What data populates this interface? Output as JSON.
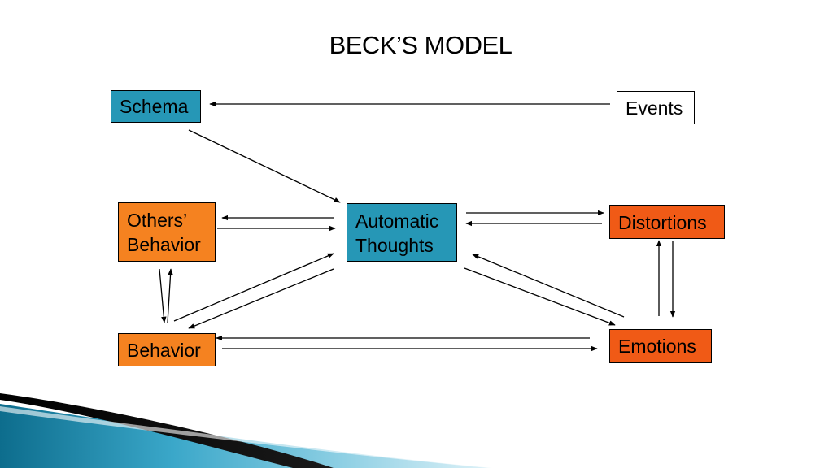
{
  "title": "BECK’S MODEL",
  "nodes": {
    "schema": {
      "label": "Schema"
    },
    "events": {
      "label": "Events"
    },
    "others_behavior": {
      "line1": "Others’",
      "line2": "Behavior"
    },
    "automatic_thoughts": {
      "line1": "Automatic",
      "line2": "Thoughts"
    },
    "distortions": {
      "label": "Distortions"
    },
    "behavior": {
      "label": "Behavior"
    },
    "emotions": {
      "label": "Emotions"
    }
  },
  "colors": {
    "teal": "#2697b6",
    "orange": "#f58220",
    "red_orange": "#f05a16",
    "arrow": "#000000"
  }
}
